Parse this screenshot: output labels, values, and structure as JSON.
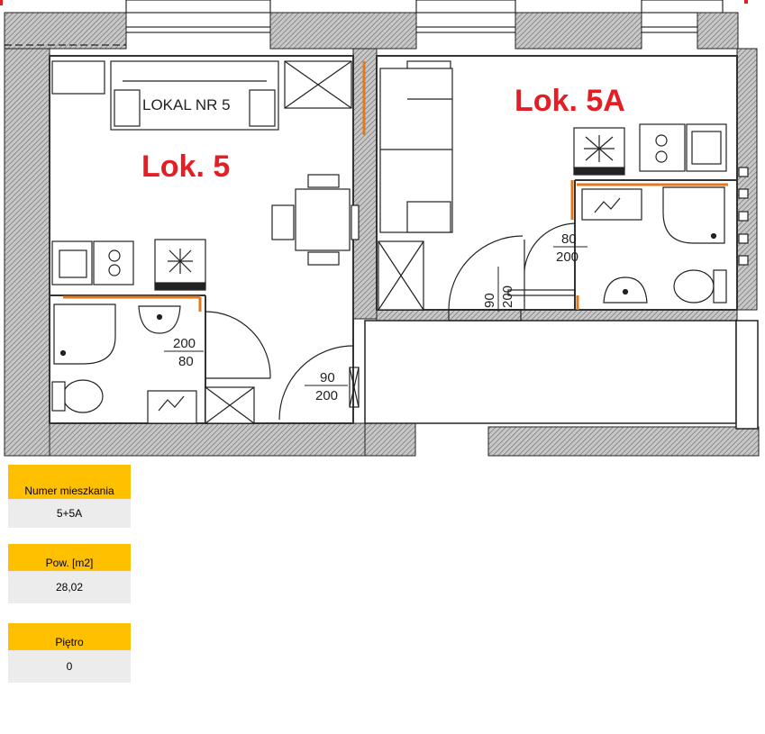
{
  "plan": {
    "unit_5_label": "Lok. 5",
    "unit_5a_label": "Lok. 5A",
    "room_name": "LOKAL NR 5",
    "doors": {
      "bathroom_5": {
        "width": "200",
        "height": "80"
      },
      "entry_5": {
        "width": "90",
        "height": "200"
      },
      "bathroom_5a": {
        "width": "80",
        "height": "200"
      },
      "entry_5a": {
        "width": "90",
        "height": "200"
      }
    },
    "colors": {
      "label": "#e31e24",
      "wall_hatch": "#9a9a9a",
      "accent_line": "#e07a1f"
    }
  },
  "info": {
    "apartment_number_label": "Numer mieszkania",
    "apartment_number_value": "5+5A",
    "area_label": "Pow. [m2]",
    "area_value": "28,02",
    "floor_label": "Piętro",
    "floor_value": "0"
  },
  "colors": {
    "header_bg": "#ffc000",
    "value_bg": "#ececec"
  }
}
